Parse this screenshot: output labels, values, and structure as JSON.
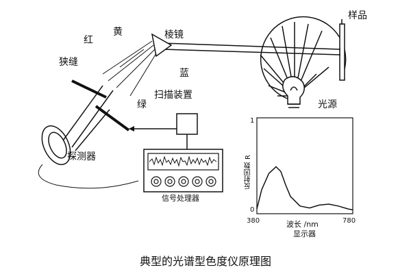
{
  "labels": {
    "sample": "样品",
    "prism": "棱镜",
    "red": "红",
    "yellow": "黄",
    "slit": "狭缝",
    "blue": "蓝",
    "green": "绿",
    "scanner": "扫描装置",
    "light_source": "光源",
    "detector": "探测器",
    "signal_processor": "信号处理器",
    "display": "显示器"
  },
  "chart": {
    "y_axis_label": "反射因数 R",
    "y_max_tick": "1",
    "y_min_tick": "0",
    "x_min_tick": "380",
    "x_max_tick": "780",
    "x_axis_label": "波长 /nm"
  },
  "caption": "典型的光谱型色度仪原理图",
  "chart_data": {
    "type": "line",
    "x_unit": "nm",
    "xlim": [
      380,
      780
    ],
    "ylim": [
      0,
      1
    ],
    "x": [
      380,
      400,
      430,
      460,
      480,
      500,
      520,
      560,
      600,
      640,
      680,
      720,
      760,
      780
    ],
    "y": [
      0.05,
      0.25,
      0.42,
      0.49,
      0.44,
      0.3,
      0.18,
      0.08,
      0.06,
      0.09,
      0.1,
      0.08,
      0.05,
      0.04
    ]
  }
}
